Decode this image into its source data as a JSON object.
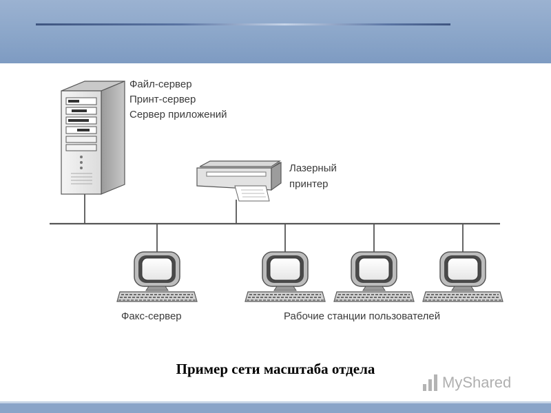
{
  "diagram": {
    "server_labels": [
      "Файл-сервер",
      "Принт-сервер",
      "Сервер приложений"
    ],
    "printer_labels": [
      "Лазерный",
      "принтер"
    ],
    "fax_label": "Факс-сервер",
    "workstations_label": "Рабочие станции пользователей"
  },
  "caption": "Пример сети масштаба отдела",
  "watermark": "MyShared",
  "colors": {
    "header_band": "#8ba6c9",
    "footer_band": "#8aa4c8",
    "line": "#555555"
  }
}
